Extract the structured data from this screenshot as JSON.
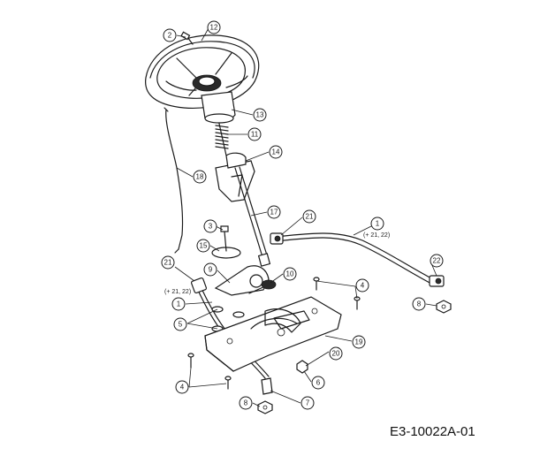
{
  "diagram": {
    "reference_code": "E3-10022A-01",
    "notes": {
      "tie_rod_left": "(+ 21, 22)",
      "tie_rod_right": "(+ 21, 22)"
    },
    "callouts": {
      "c2": "2",
      "c12": "12",
      "c13": "13",
      "c11": "11",
      "c14": "14",
      "c18": "18",
      "c17": "17",
      "c3": "3",
      "c15": "15",
      "c21a": "21",
      "c1a": "1",
      "c22": "22",
      "c8a": "8",
      "c9": "9",
      "c10": "10",
      "c21b": "21",
      "c1b": "1",
      "c4a": "4",
      "c5": "5",
      "c19": "19",
      "c20": "20",
      "c6": "6",
      "c4b": "4",
      "c8b": "8",
      "c7": "7"
    }
  }
}
